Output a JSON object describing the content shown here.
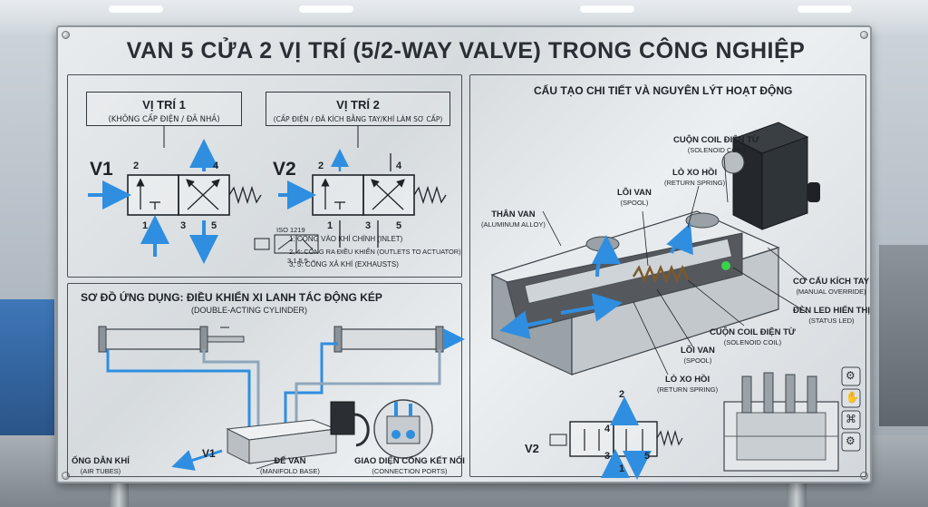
{
  "title": "VAN 5 CỬA 2 VỊ TRÍ (5/2-WAY VALVE) TRONG CÔNG NGHIỆP",
  "colors": {
    "flow": "#2f8ee0",
    "ink": "#1e2328",
    "board": "#dde1e4",
    "led": "#38d34a"
  },
  "position1": {
    "title": "VỊ TRÍ 1",
    "subtitle": "(KHÔNG CẤP ĐIỆN / ĐÃ NHẢ)",
    "symbol_label": "V1",
    "ports": {
      "p2": "2",
      "p4": "4",
      "p1": "1",
      "p3": "3",
      "p5": "5"
    }
  },
  "position2": {
    "title": "VỊ TRÍ 2",
    "subtitle": "(CẤP ĐIỆN / ĐÃ KÍCH BẰNG TAY/KHÍ LÀM SƠ CẤP)",
    "symbol_label": "V2",
    "ports": {
      "p2": "2",
      "p4": "4",
      "p1": "1",
      "p3": "3",
      "p5": "5"
    }
  },
  "iso_label": "ISO 1219",
  "iso_ports_bottom": "3,1  5,5",
  "legend": [
    "1: CỔNG VÀO KHÍ CHÍNH (INLET)",
    "2, 4: CỔNG RA ĐIỀU KHIỂN (OUTLETS TO ACTUATOR)",
    "3, 5: CỔNG XẢ KHÍ (EXHAUSTS)"
  ],
  "application": {
    "title": "SƠ ĐỒ ỨNG DỤNG: ĐIỀU KHIỂN XI LANH TÁC ĐỘNG KÉP",
    "subtitle": "(DOUBLE-ACTING CYLINDER)",
    "valve_label": "V1",
    "air_tubes": {
      "main": "ỐNG DẪN KHÍ",
      "sub": "(AIR TUBES)"
    },
    "manifold": {
      "main": "ĐẾ VAN",
      "sub": "(MANIFOLD BASE)"
    },
    "ports": {
      "main": "GIAO DIỆN CỔNG KẾT NỐI",
      "sub": "(CONNECTION PORTS)"
    }
  },
  "structure": {
    "title": "CẤU TẠO CHI TIẾT VÀ NGUYÊN LÝT HOẠT ĐỘNG",
    "callouts": {
      "coil_top": {
        "main": "CUỘN COIL ĐIỆN TỪ",
        "sub": "(SOLENOID COIL)"
      },
      "spring_top": {
        "main": "LÒ XO HỒI",
        "sub": "(RETURN SPRING)"
      },
      "spool_top": {
        "main": "LÕI VAN",
        "sub": "(SPOOL)"
      },
      "body": {
        "main": "THÂN VAN",
        "sub": "(ALUMINUM ALLOY)"
      },
      "override": {
        "main": "CƠ CẤU KÍCH TAY",
        "sub": "(MANUAL OVERRIDE)"
      },
      "led": {
        "main": "ĐÈN LED HIỂN THỊ",
        "sub": "(STATUS LED)"
      },
      "coil_bottom": {
        "main": "CUỘN COIL ĐIỆN TỪ",
        "sub": "(SOLENOID COIL)"
      },
      "spool_bottom": {
        "main": "LÕI VAN",
        "sub": "(SPOOL)"
      },
      "spring_bottom": {
        "main": "LÒ XO HỒI",
        "sub": "(RETURN SPRING)"
      }
    },
    "symbol_label": "V2",
    "ports": {
      "p2": "2",
      "p4": "4",
      "p1": "1",
      "p3": "3",
      "p5": "5"
    }
  },
  "side_icons": [
    "robot-arm-icon",
    "robot-gripper-icon",
    "network-icon",
    "gear-icon"
  ]
}
